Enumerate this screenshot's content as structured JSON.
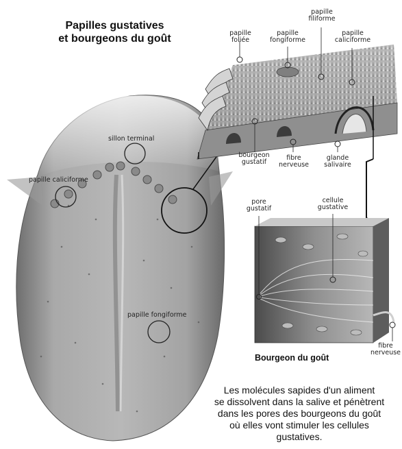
{
  "title": {
    "line1": "Papilles gustatives",
    "line2": "et bourgeons du goût"
  },
  "labels": {
    "papille_filiforme": [
      "papille",
      "filiforme"
    ],
    "papille_foliee": [
      "papille",
      "foliée"
    ],
    "papille_fongiforme_top": [
      "papille",
      "fongiforme"
    ],
    "papille_caliciforme_top": [
      "papille",
      "caliciforme"
    ],
    "bourgeon_gustatif": [
      "bourgeon",
      "gustatif"
    ],
    "fibre_nerveuse_top": [
      "fibre",
      "nerveuse"
    ],
    "glande_salivaire": [
      "glande",
      "salivaire"
    ],
    "sillon_terminal": "sillon terminal",
    "papille_caliciforme_tongue": "papille caliciforme",
    "papille_fongiforme_tongue": "papille fongiforme",
    "pore_gustatif": [
      "pore",
      "gustatif"
    ],
    "cellule_gustative": [
      "cellule",
      "gustative"
    ],
    "fibre_nerveuse_bottom": [
      "fibre",
      "nerveuse"
    ]
  },
  "caption": "Bourgeon du goût",
  "paragraph": [
    "Les molécules sapides d'un aliment",
    "se dissolvent dans la salive et pénètrent",
    "dans les pores des bourgeons du goût",
    "où elles vont stimuler les cellules",
    "gustatives."
  ]
}
